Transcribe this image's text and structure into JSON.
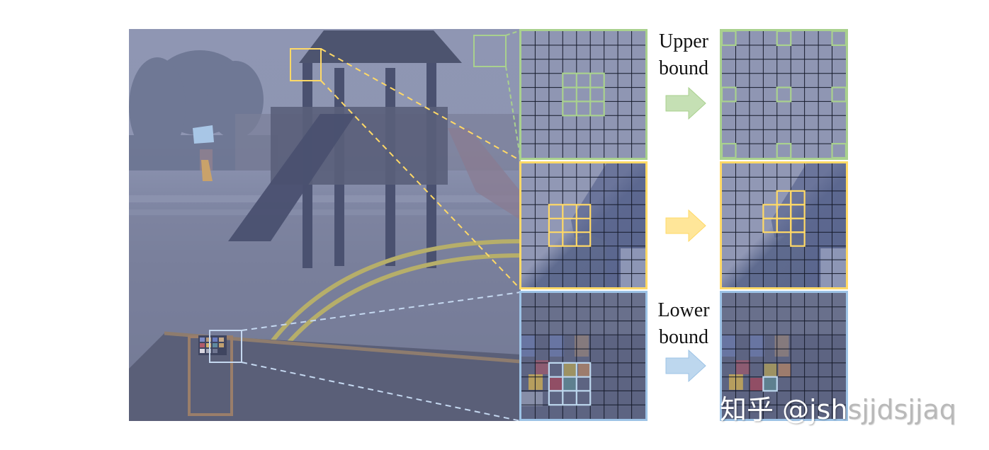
{
  "figure": {
    "description": "Hazy playground photo with zoomed 9x9 patch grids showing upper/lower bound neighbourhood selection",
    "colors": {
      "green": "#a9d18e",
      "yellow": "#ffd966",
      "blue": "#9dc3e6",
      "grid_line": "#0d0d1a",
      "haze_tint": "#8e95b2"
    },
    "grid_size": 9
  },
  "rows": [
    {
      "name": "upper",
      "color_key": "green",
      "label_line1": "Upper",
      "label_line2": "bound",
      "source_box_position": "top-right sky",
      "left_highlight": "3x3 centered at (3..5,3..5)",
      "right_highlight": "9 dilated cells at rows 0,4,8 / cols 0,4,8"
    },
    {
      "name": "middle",
      "color_key": "yellow",
      "label_line1": "",
      "label_line2": "",
      "source_box_position": "roof edge",
      "left_highlight": "3x3 at rows 3..5, cols 2..4",
      "right_highlight": "adaptive shape following edge"
    },
    {
      "name": "lower",
      "color_key": "blue",
      "label_line1": "Lower",
      "label_line2": "bound",
      "source_box_position": "color checker",
      "left_highlight": "3x3 at rows 5..7, cols 2..4",
      "right_highlight": "single cell at row 6, col 3"
    }
  ],
  "watermark": {
    "brand": "知乎",
    "handle_visible": "@jsh",
    "handle_faded": "sjjdsjjaq"
  }
}
